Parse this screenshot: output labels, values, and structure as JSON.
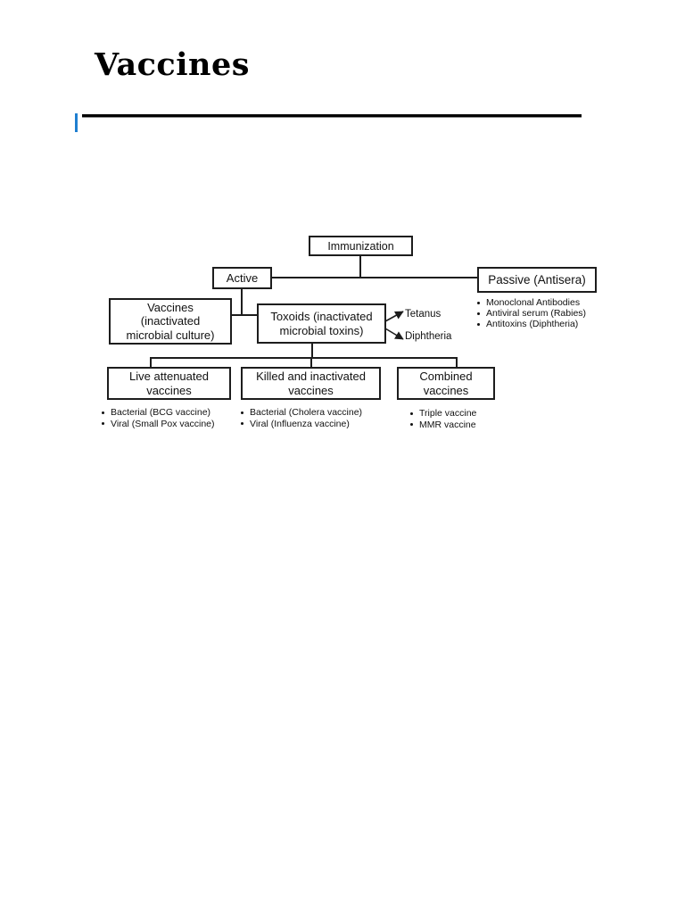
{
  "document": {
    "title": "Vaccines",
    "rule_accent_color": "#1f7fd0",
    "rule_color": "#000000"
  },
  "diagram": {
    "type": "hierarchy-flowchart",
    "nodes": {
      "immunization": "Immunization",
      "active": "Active",
      "passive": "Passive (Antisera)",
      "vaccines": "Vaccines\n(inactivated\nmicrobial culture)",
      "toxoids": "Toxoids (inactivated\nmicrobial toxins)",
      "live_attenuated": "Live attenuated\nvaccines",
      "killed_inactivated": "Killed and inactivated\nvaccines",
      "combined": "Combined\nvaccines"
    },
    "toxoid_products": [
      "Tetanus",
      "Diphtheria"
    ],
    "passive_items": [
      "Monoclonal Antibodies",
      "Antiviral serum (Rabies)",
      "Antitoxins (Diphtheria)"
    ],
    "live_items": [
      "Bacterial (BCG vaccine)",
      "Viral (Small Pox vaccine)"
    ],
    "killed_items": [
      "Bacterial (Cholera vaccine)",
      "Viral (Influenza vaccine)"
    ],
    "combined_items": [
      "Triple vaccine",
      "MMR vaccine"
    ]
  }
}
